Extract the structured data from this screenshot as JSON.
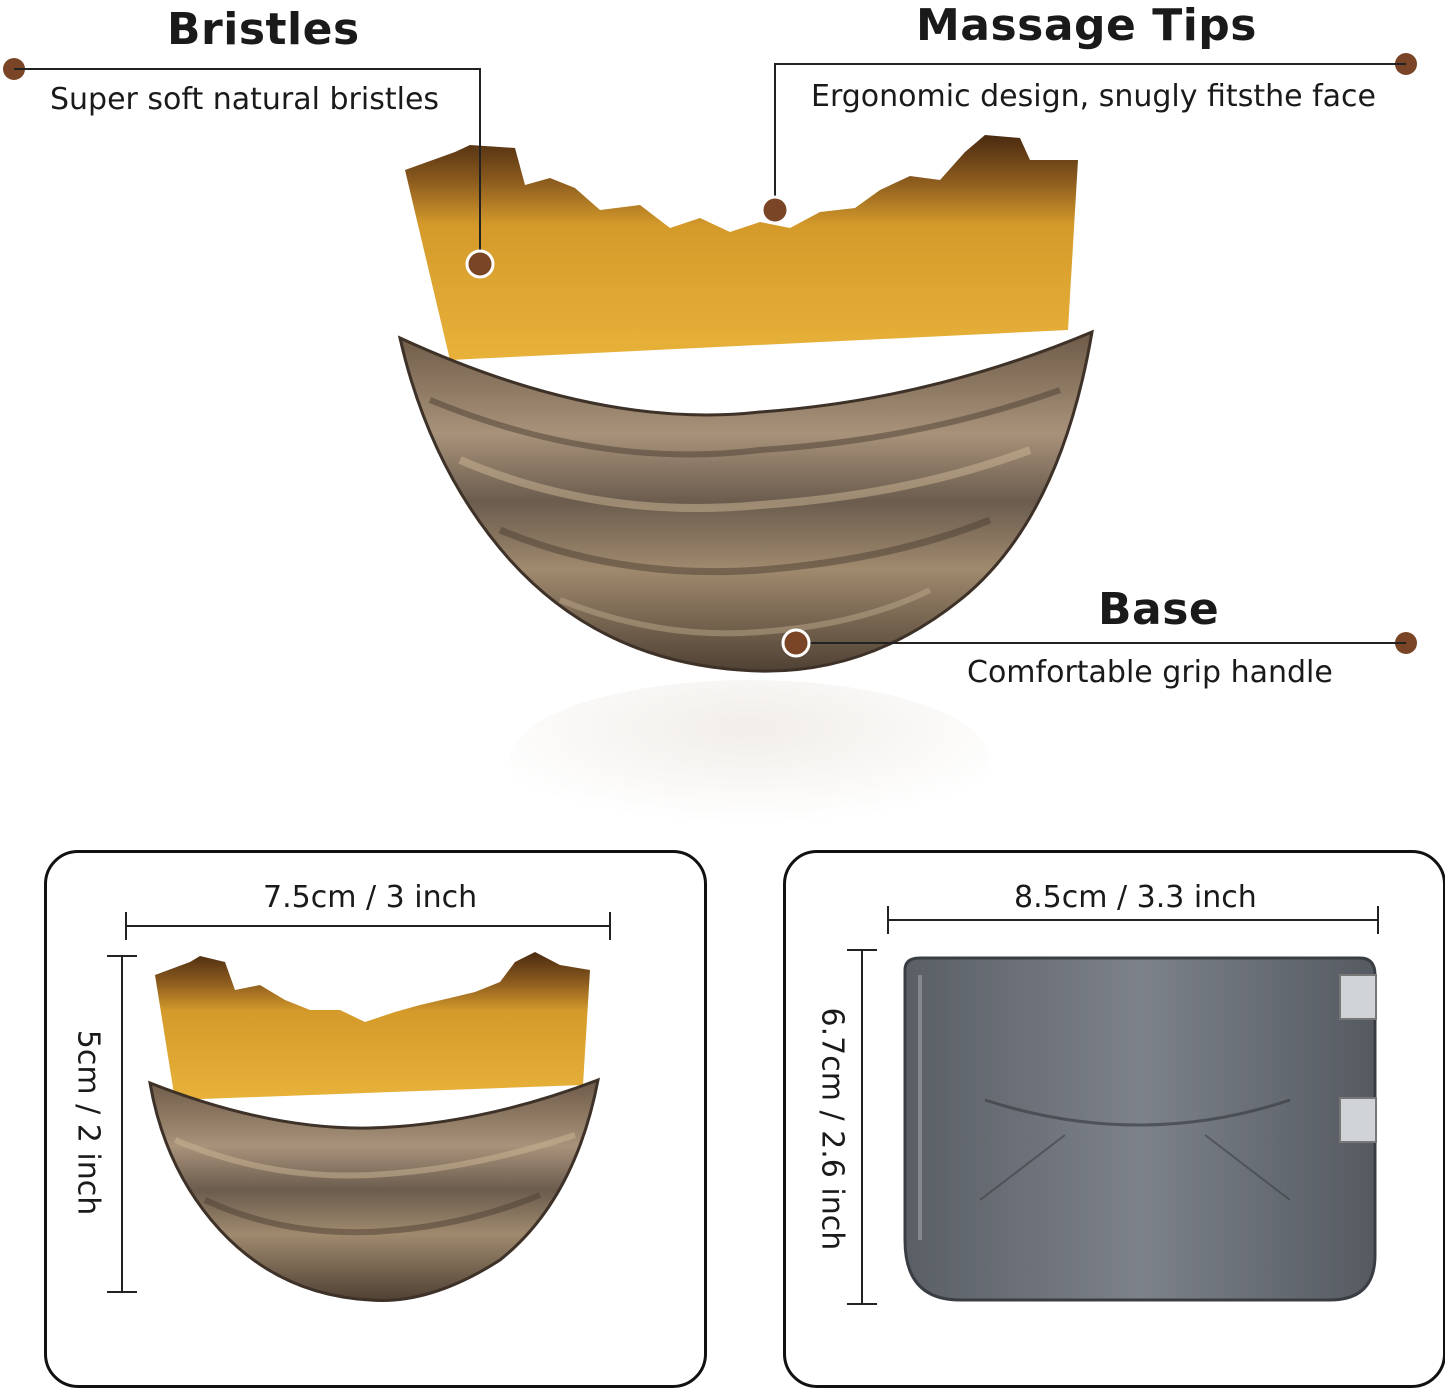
{
  "callouts": {
    "bristles": {
      "title": "Bristles",
      "desc": "Super soft natural bristles"
    },
    "massage_tips": {
      "title": "Massage Tips",
      "desc": "Ergonomic design, snugly fitsthe face"
    },
    "base": {
      "title": "Base",
      "desc": "Comfortable grip handle"
    }
  },
  "dimensions": {
    "brush_width": "7.5cm / 3 inch",
    "brush_height": "5cm / 2 inch",
    "case_width": "8.5cm / 3.3 inch",
    "case_height": "6.7cm / 2.6 inch"
  },
  "colors": {
    "marker": "#7a4526",
    "bristle_gold": "#d9a02b",
    "bristle_dark": "#5a3414",
    "wood": "#8a7560",
    "case_gray": "#6e737a"
  }
}
